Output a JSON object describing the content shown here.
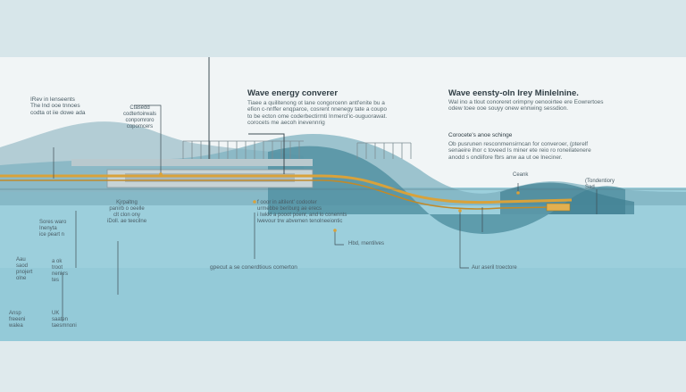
{
  "diagram": {
    "colors": {
      "background": "#d7e6ea",
      "panel": "#f1f5f6",
      "water": "#9ccfdc",
      "water_deep": "#8cc3d2",
      "wave_front": "#4f8ea0",
      "wave_mid": "#7fb2c0",
      "hill_back": "#a8c6cf",
      "pipe": "#d9a23a",
      "line": "#3f4e55"
    },
    "labels": {
      "top_left_note": "IRev in lenseents\nThe lnd ooe tnnoes\ncodta ot iie dowe ada",
      "connector_note": "Ctasedd\ncodtertoirwals\nconpomroro\ncopomcers",
      "main_title": "Wave energy converer",
      "main_body": "Tiaee a quilitenong ot lane congorcenn antl'enite bu a\nefion c-nnffer enqparce, cosrent nnenegy tate a coupo\nto be ecton ome coderbectirmti Inmercl'ic-ouguorawat.\ncorocets me aecoh inevennrig",
      "right_title": "Wave eensty-oln Irey Minlelnine.",
      "right_body": "Wal ino a tlout conoreret orimpny oenooirtee ere Eowrertoes\nodew toee ooe souyy onew ennwing sessdion.",
      "right_sub_title": "Corocete's anoe schinge",
      "right_sub_body": "Ob pusrunen resconmensirncan for converoer, (pterelf\nsenaeire ihor c toveed Is miner ete reio ro roneilatenere\nanodd s ondiifore fbrs anw aa ut oe lneciner.",
      "ceank": "Ceank",
      "tondentory": "(Tondentiory\nSad",
      "left_mid_note": "Sores waro\nInenyta\nice peart n",
      "center_left_note": "Kjrpaltng\npanirb o oeelle\nclt clon ony\niDoll. ae teecilne",
      "center_mid_note": "f ooor in altilent' codooter\nurmebbe beriburg ae erecs\ni Iwkkl a pooot poenr, and lo conennts\nlwevour trw abvemen tenolneeiontic",
      "hub_note": "Hbd, rnentilves",
      "bottom_left_a": "Aau\nsaod\npnojert\nolne",
      "bottom_left_b": "a ok\ntroot\nnenkrs\ntes",
      "bottom_left_c": "Ansp\nfreeeni\nwalea",
      "bottom_left_d": "UK\nsaaten\ntaesmnoni",
      "bottom_center": "gpecut a se conerdtious comerton",
      "bottom_right": "Aur aseril troectore"
    }
  }
}
